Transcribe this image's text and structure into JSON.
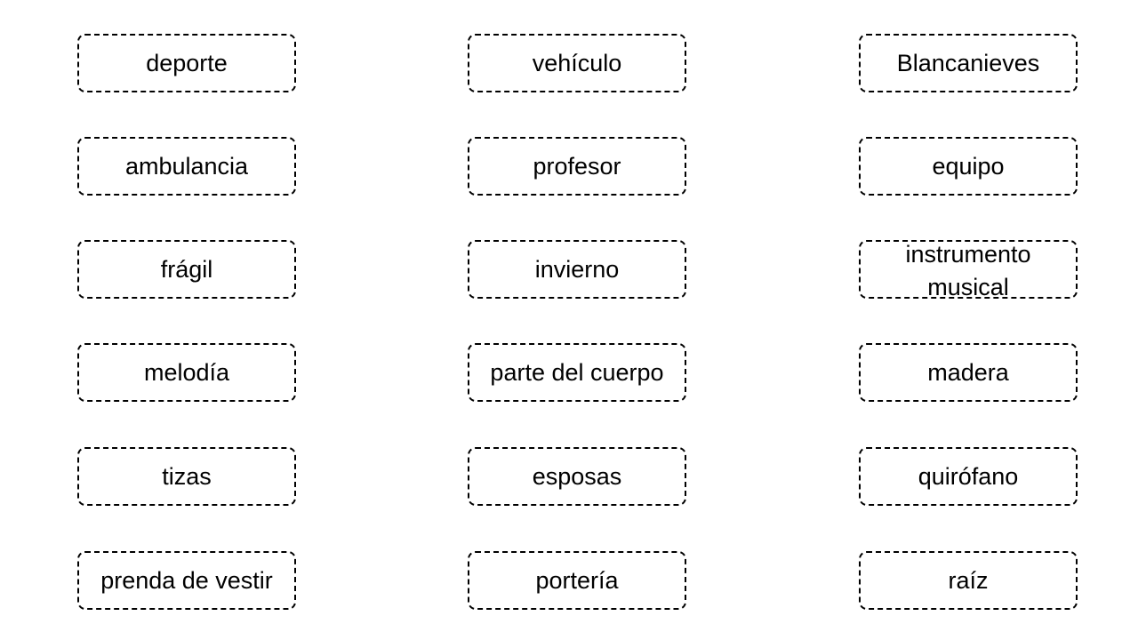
{
  "cards": [
    "deporte",
    "vehículo",
    "Blancanieves",
    "ambulancia",
    "profesor",
    "equipo",
    "frágil",
    "invierno",
    "instrumento musical",
    "melodía",
    "parte del cuerpo",
    "madera",
    "tizas",
    "esposas",
    "quirófano",
    "prenda de vestir",
    "portería",
    "raíz"
  ],
  "colors": {
    "border": "#000000",
    "text": "#000000",
    "background": "#ffffff"
  }
}
